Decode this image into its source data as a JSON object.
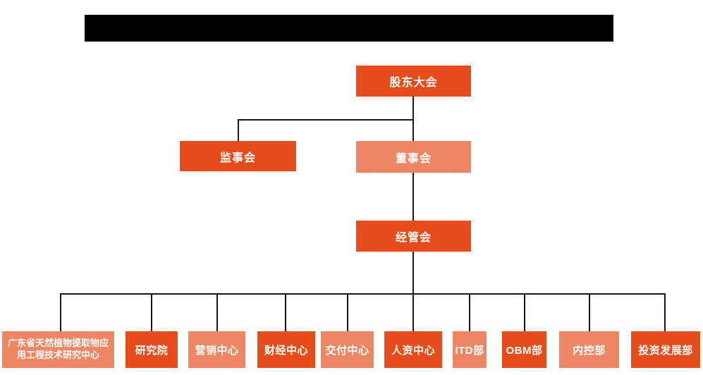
{
  "org_chart": {
    "colors": {
      "primary": "#e84c1b",
      "secondary": "#ee8663",
      "connector": "#161616",
      "node_text": "#ffffff",
      "redacted_bar": "#000000",
      "background": "#ffffff"
    },
    "nodes": {
      "shareholders": {
        "label": "股东大会",
        "variant": "primary"
      },
      "supervisory": {
        "label": "监事会",
        "variant": "primary"
      },
      "board": {
        "label": "董事会",
        "variant": "secondary"
      },
      "management": {
        "label": "经管会",
        "variant": "primary"
      }
    },
    "departments": [
      {
        "label": "广东省天然植物提取物应用工程技术研究中心",
        "variant": "secondary"
      },
      {
        "label": "研究院",
        "variant": "primary"
      },
      {
        "label": "营销中心",
        "variant": "secondary"
      },
      {
        "label": "财经中心",
        "variant": "primary"
      },
      {
        "label": "交付中心",
        "variant": "secondary"
      },
      {
        "label": "人资中心",
        "variant": "primary"
      },
      {
        "label": "ITD部",
        "variant": "secondary"
      },
      {
        "label": "OBM部",
        "variant": "primary"
      },
      {
        "label": "内控部",
        "variant": "secondary"
      },
      {
        "label": "投资发展部",
        "variant": "primary"
      }
    ]
  }
}
